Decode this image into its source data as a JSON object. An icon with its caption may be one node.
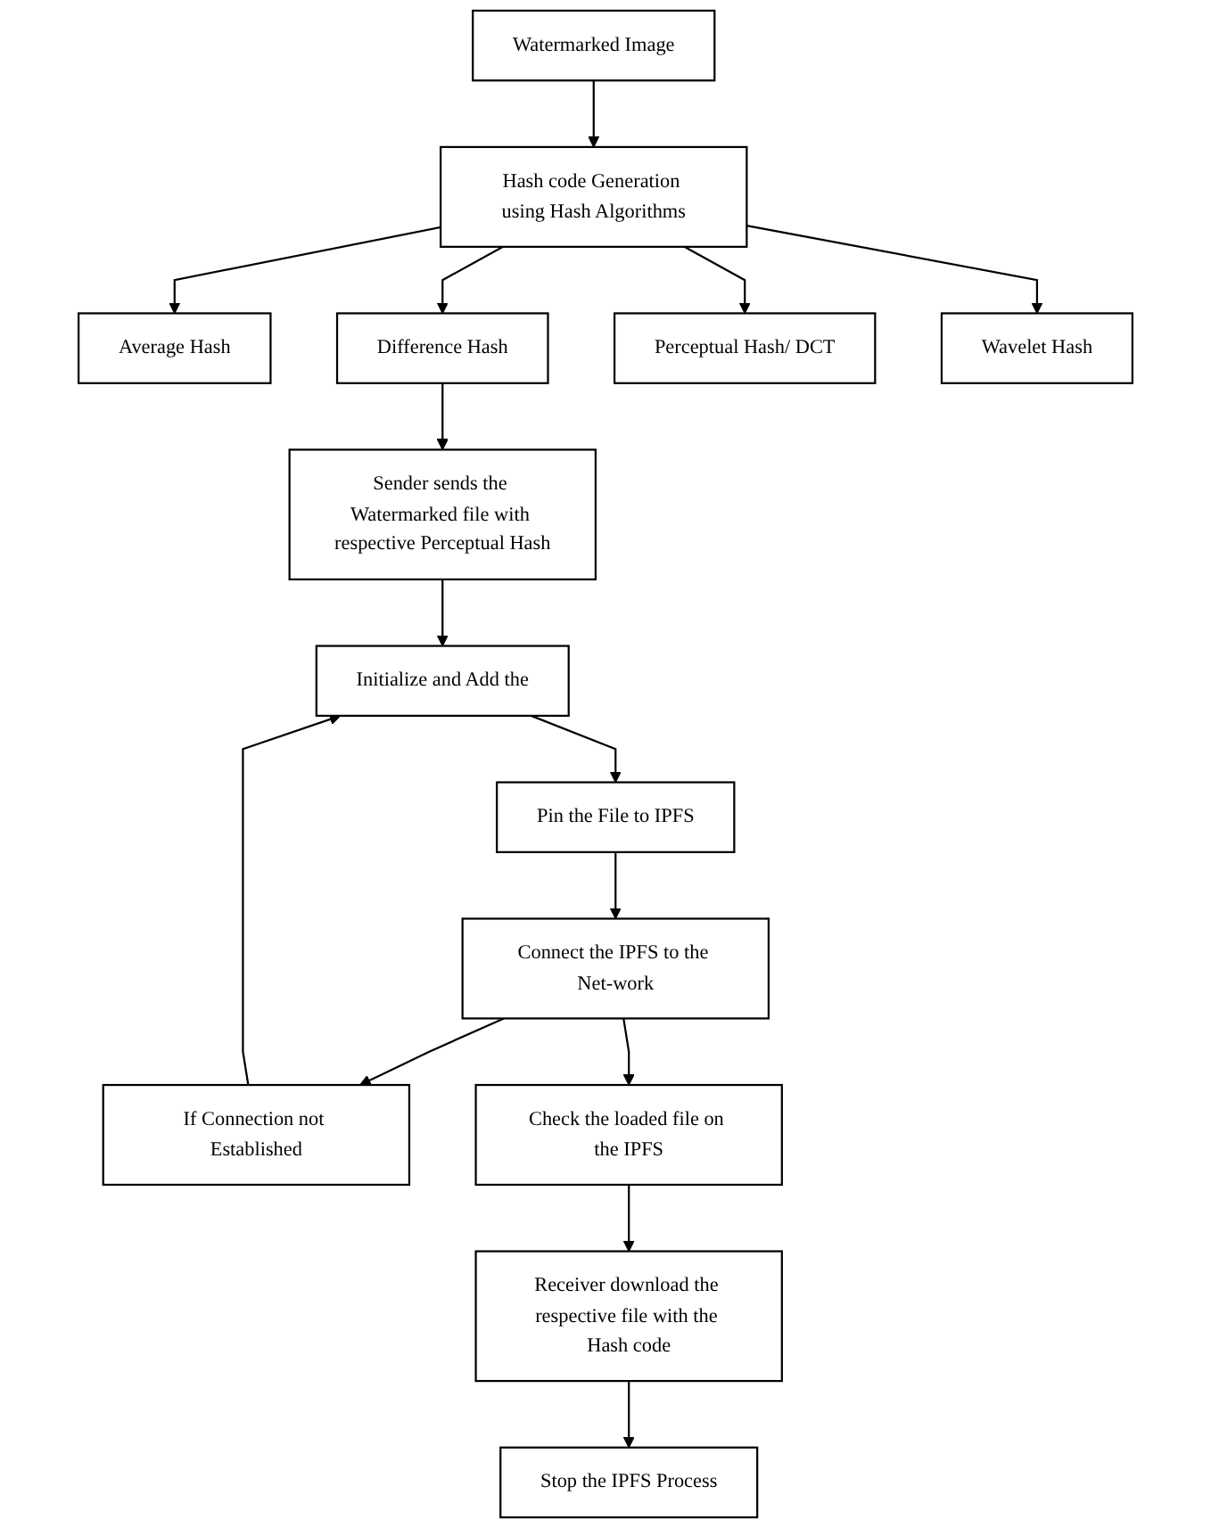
{
  "diagram": {
    "nodes": [
      {
        "text": [
          "Watermarked Image"
        ]
      },
      {
        "text": [
          "Hash code Generation using Hash Algorithms"
        ]
      },
      {
        "text": [
          "Average Hash"
        ]
      },
      {
        "text": [
          "Difference Hash"
        ]
      },
      {
        "text": [
          "Perceptual Hash/ DCT"
        ]
      },
      {
        "text": [
          "Wavelet Hash"
        ]
      },
      {
        "text": [
          "Sender sends the Watermarked file with respective Perceptual Hash"
        ]
      },
      {
        "text": [
          "Initialize and Add the"
        ]
      },
      {
        "text": [
          "Pin the File to IPFS"
        ]
      },
      {
        "text": [
          "Connect the IPFS to the Net-work"
        ]
      },
      {
        "text": [
          "If Connection not Established"
        ]
      },
      {
        "text": [
          "Check the loaded file on the IPFS"
        ]
      },
      {
        "text": [
          "Receiver download the respective file with the Hash code"
        ]
      },
      {
        "text": [
          "Stop the IPFS Process"
        ]
      }
    ],
    "edges": [
      {
        "from": 0,
        "to": 1,
        "arrow": "to"
      },
      {
        "from": 1,
        "to": 2,
        "arrow": "to"
      },
      {
        "from": 1,
        "to": 3,
        "arrow": "to"
      },
      {
        "from": 1,
        "to": 4,
        "arrow": "to"
      },
      {
        "from": 1,
        "to": 5,
        "arrow": "to"
      },
      {
        "from": 3,
        "to": 6,
        "arrow": "to"
      },
      {
        "from": 6,
        "to": 7,
        "arrow": "to"
      },
      {
        "from": 7,
        "to": 8,
        "arrow": "to"
      },
      {
        "from": 8,
        "to": 9,
        "arrow": "to"
      },
      {
        "from": 9,
        "to": 10,
        "arrow": "to"
      },
      {
        "from": 10,
        "to": 7,
        "arrow": "to"
      },
      {
        "from": 9,
        "to": 11,
        "arrow": "to"
      },
      {
        "from": 11,
        "to": 12,
        "arrow": "to"
      },
      {
        "from": 12,
        "to": 13,
        "arrow": "to"
      }
    ]
  }
}
